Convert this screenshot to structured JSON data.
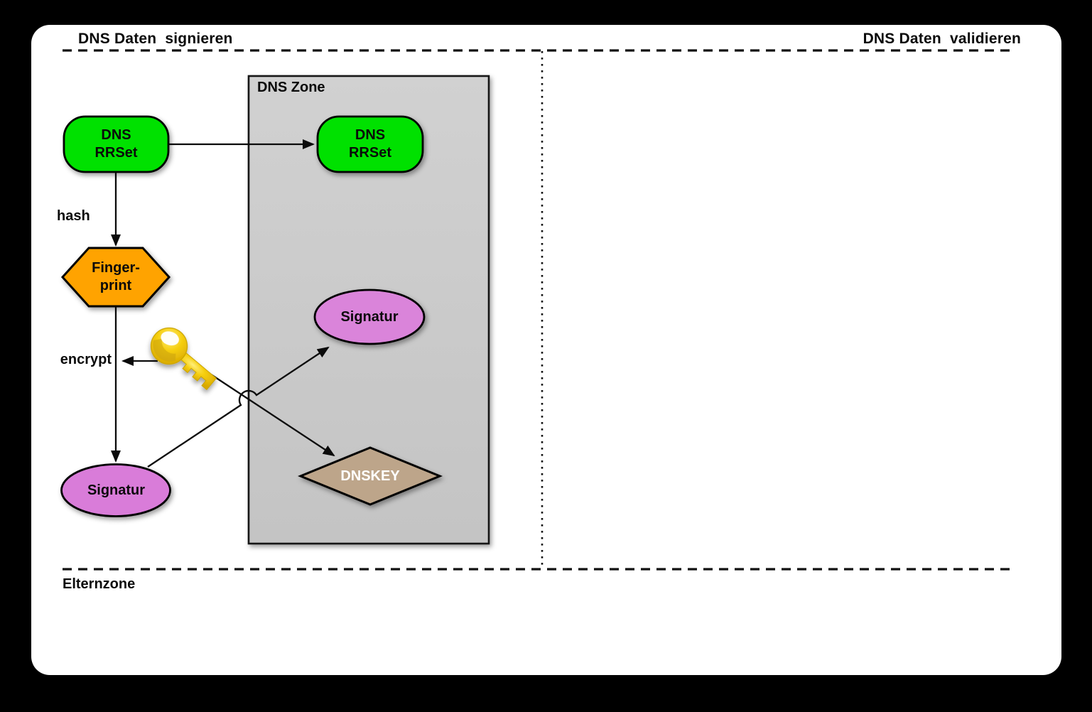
{
  "headers": {
    "left": "DNS Daten  signieren",
    "right": "DNS Daten  validieren"
  },
  "sections": {
    "zone_box_label": "DNS Zone",
    "parent_zone_label": "Elternzone"
  },
  "nodes": {
    "rrset_left": {
      "line1": "DNS",
      "line2": "RRSet",
      "color": "#00e103"
    },
    "rrset_zone": {
      "line1": "DNS",
      "line2": "RRSet",
      "color": "#00e103"
    },
    "fingerprint": {
      "line1": "Finger-",
      "line2": "print",
      "color": "#ffa304"
    },
    "signatur_left": {
      "label": "Signatur",
      "color": "#d97bd9"
    },
    "signatur_zone": {
      "label": "Signatur",
      "color": "#da84da"
    },
    "dnskey": {
      "label": "DNSKEY",
      "color": "#bda58a"
    }
  },
  "edges": {
    "hash_label": "hash",
    "encrypt_label": "encrypt"
  },
  "colors": {
    "zone_fill": "#c9c9c9",
    "line": "#0b0b0b",
    "key_gold": "#f2c502"
  },
  "icons": {
    "key": "key-icon"
  }
}
